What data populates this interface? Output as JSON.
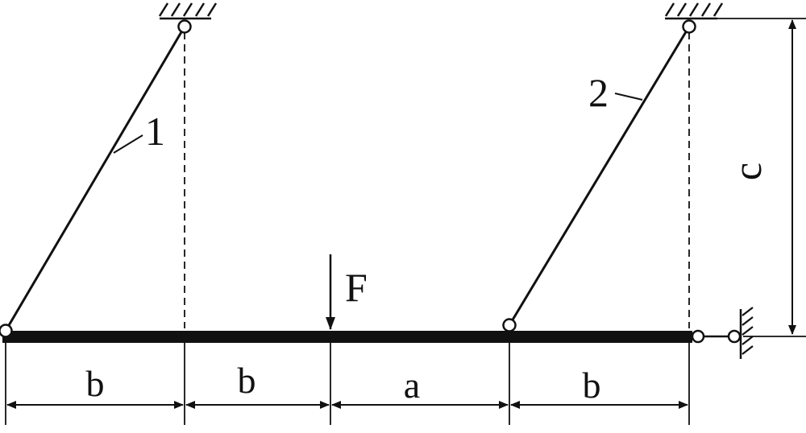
{
  "diagram": {
    "rod_labels": {
      "rod1": "1",
      "rod2": "2"
    },
    "force_label": "F",
    "dimensions": {
      "seg1": "b",
      "seg2": "b",
      "seg3": "a",
      "seg4": "b",
      "height": "c"
    }
  },
  "colors": {
    "ink": "#111111",
    "background": "#ffffff"
  }
}
